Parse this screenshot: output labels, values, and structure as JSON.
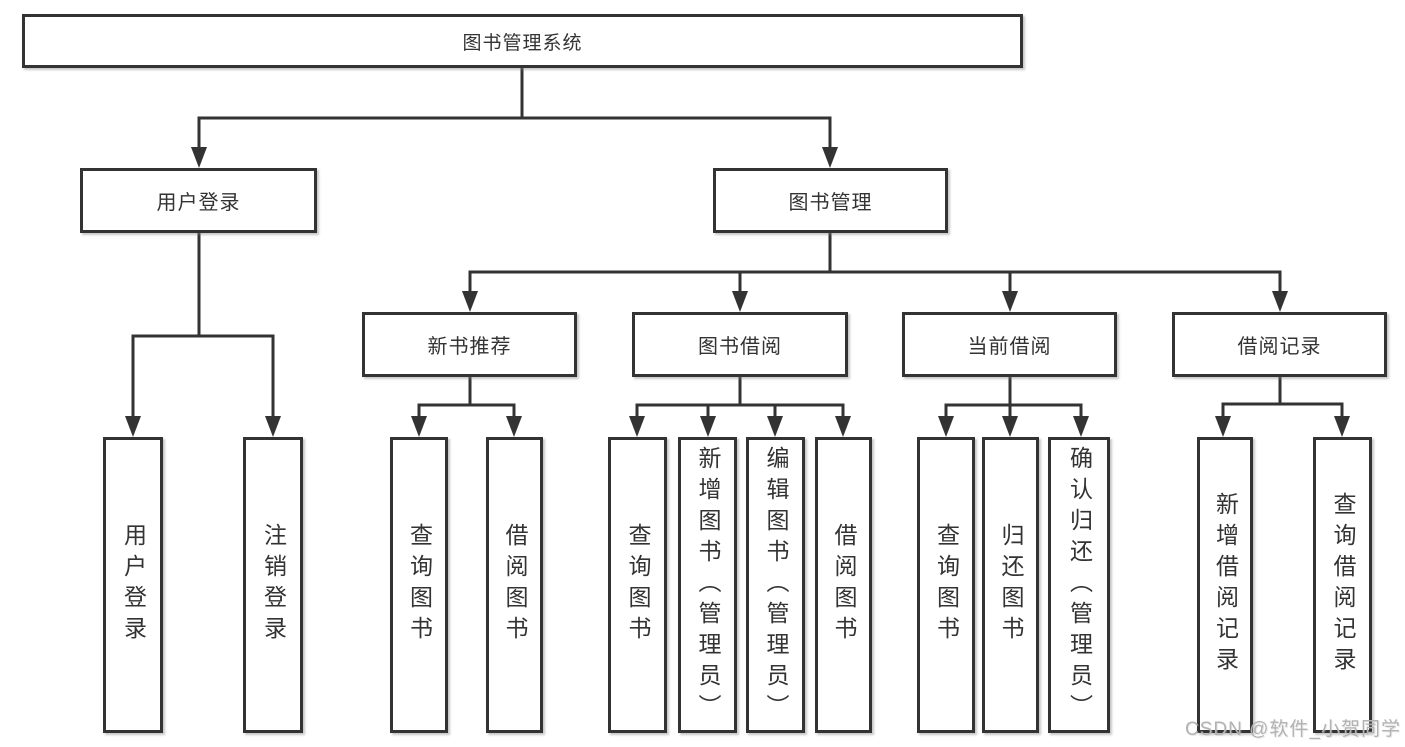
{
  "diagram": {
    "type": "hierarchy-tree",
    "title": "图书管理系统",
    "watermark": "CSDN @软件_小贺同学",
    "colors": {
      "background": "#ffffff",
      "box_border": "#333333",
      "connector_line": "#333333",
      "text": "#333333",
      "watermark_text": "#b3b3b3"
    },
    "nodes": {
      "root": {
        "label": "图书管理系统"
      },
      "user_login": {
        "label": "用户登录"
      },
      "book_mgmt": {
        "label": "图书管理"
      },
      "new_books": {
        "label": "新书推荐"
      },
      "borrowing": {
        "label": "图书借阅"
      },
      "current": {
        "label": "当前借阅"
      },
      "records": {
        "label": "借阅记录"
      },
      "ul_login": {
        "label": "用户登录"
      },
      "ul_logout": {
        "label": "注销登录"
      },
      "nb_query": {
        "label": "查询图书"
      },
      "nb_borrow": {
        "label": "借阅图书"
      },
      "bb_query": {
        "label": "查询图书"
      },
      "bb_add": {
        "label": "新增图书（管理员）"
      },
      "bb_edit": {
        "label": "编辑图书（管理员）"
      },
      "bb_borrow": {
        "label": "借阅图书"
      },
      "cur_query": {
        "label": "查询图书"
      },
      "cur_return": {
        "label": "归还图书"
      },
      "cur_confirm": {
        "label": "确认归还（管理员）"
      },
      "rec_add": {
        "label": "新增借阅记录"
      },
      "rec_query": {
        "label": "查询借阅记录"
      }
    },
    "hierarchy": {
      "root": [
        "user_login",
        "book_mgmt"
      ],
      "user_login": [
        "ul_login",
        "ul_logout"
      ],
      "book_mgmt": [
        "new_books",
        "borrowing",
        "current",
        "records"
      ],
      "new_books": [
        "nb_query",
        "nb_borrow"
      ],
      "borrowing": [
        "bb_query",
        "bb_add",
        "bb_edit",
        "bb_borrow"
      ],
      "current": [
        "cur_query",
        "cur_return",
        "cur_confirm"
      ],
      "records": [
        "rec_add",
        "rec_query"
      ]
    }
  }
}
